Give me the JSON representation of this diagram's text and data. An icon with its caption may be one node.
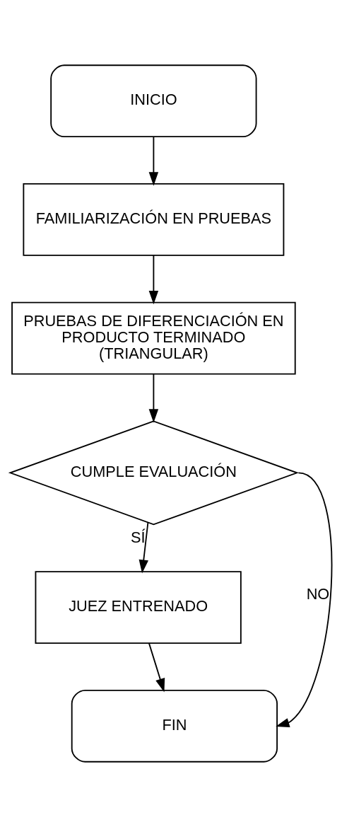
{
  "diagram": {
    "nodes": [
      {
        "text": [
          "INICIO"
        ]
      },
      {
        "text": [
          "FAMILIARIZACIÓN EN PRUEBAS"
        ]
      },
      {
        "text": [
          "PRUEBAS DE DIFERENCIACIÓN EN PRODUCTO TERMINADO (TRIANGULAR)"
        ]
      },
      {
        "text": [
          "CUMPLE EVALUACIÓN"
        ]
      },
      {
        "text": [
          "JUEZ ENTRENADO"
        ]
      },
      {
        "text": [
          "FIN"
        ]
      }
    ],
    "edges": [
      {
        "from": 0,
        "to": 1,
        "arrow": "to"
      },
      {
        "from": 1,
        "to": 2,
        "arrow": "to"
      },
      {
        "from": 2,
        "to": 3,
        "arrow": "to"
      },
      {
        "from": 3,
        "to": 4,
        "arrow": "to",
        "label": "SÍ"
      },
      {
        "from": 3,
        "to": 5,
        "arrow": "to",
        "label": "NO"
      },
      {
        "from": 4,
        "to": 5,
        "arrow": "to"
      }
    ]
  }
}
